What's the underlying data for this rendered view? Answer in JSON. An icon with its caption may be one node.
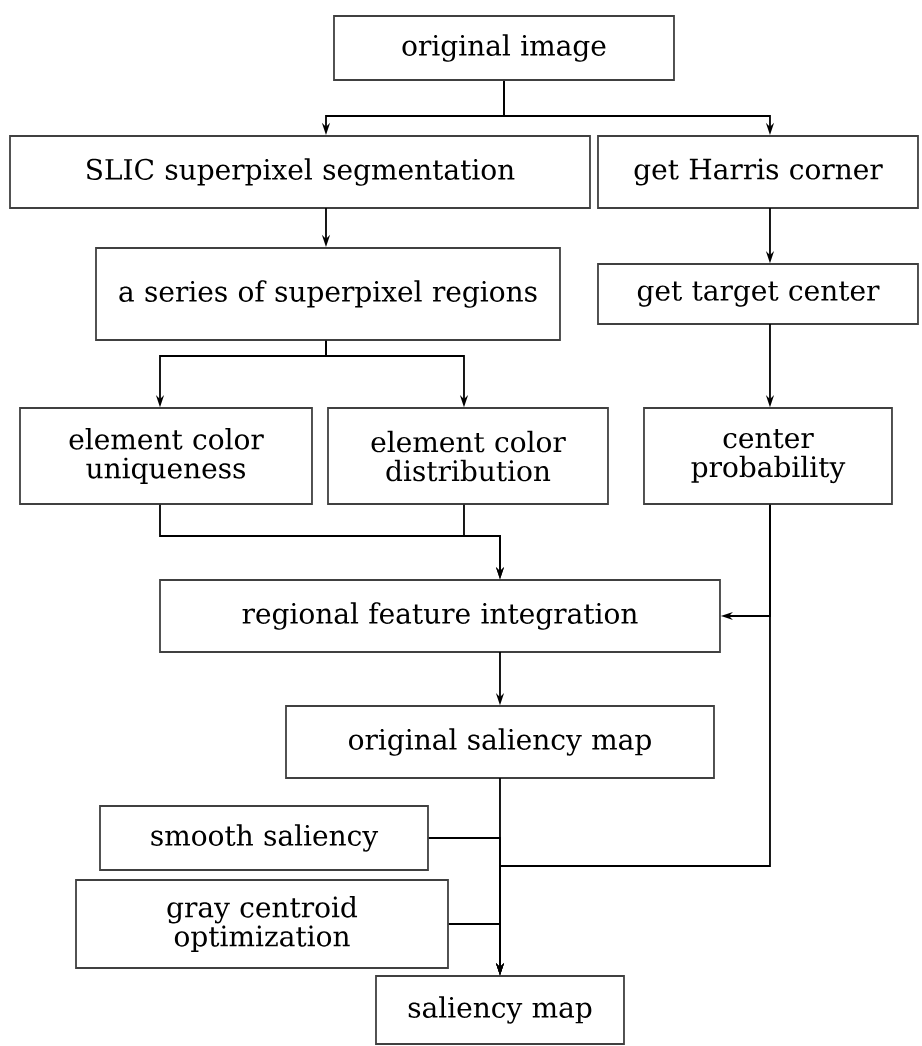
{
  "diagram": {
    "nodes": [
      {
        "text": [
          "original image"
        ]
      },
      {
        "text": [
          "SLIC superpixel segmentation"
        ]
      },
      {
        "text": [
          "get Harris corner"
        ]
      },
      {
        "text": [
          "a series of superpixel regions"
        ]
      },
      {
        "text": [
          "get target center"
        ]
      },
      {
        "text": [
          "element color uniqueness"
        ]
      },
      {
        "text": [
          "element color distribution"
        ]
      },
      {
        "text": [
          "center probability"
        ]
      },
      {
        "text": [
          "regional feature integration"
        ]
      },
      {
        "text": [
          "original saliency map"
        ]
      },
      {
        "text": [
          "smooth saliency"
        ]
      },
      {
        "text": [
          "gray centroid optimization"
        ]
      },
      {
        "text": [
          "saliency map"
        ]
      }
    ],
    "edges": [
      {
        "from": 0,
        "to": 1,
        "arrow": "to"
      },
      {
        "from": 0,
        "to": 2,
        "arrow": "to"
      },
      {
        "from": 1,
        "to": 3,
        "arrow": "to"
      },
      {
        "from": 2,
        "to": 4,
        "arrow": "to"
      },
      {
        "from": 3,
        "to": 5,
        "arrow": "to"
      },
      {
        "from": 3,
        "to": 6,
        "arrow": "to"
      },
      {
        "from": 4,
        "to": 7,
        "arrow": "to"
      },
      {
        "from": 5,
        "to": 8,
        "arrow": "to"
      },
      {
        "from": 6,
        "to": 8,
        "arrow": "to"
      },
      {
        "from": 7,
        "to": 8,
        "arrow": "to"
      },
      {
        "from": 8,
        "to": 9,
        "arrow": "to"
      },
      {
        "from": 9,
        "to": 12,
        "arrow": "to"
      },
      {
        "from": 10,
        "to": 12,
        "arrow": "to"
      },
      {
        "from": 7,
        "to": 12,
        "arrow": "to"
      },
      {
        "from": 11,
        "to": 12,
        "arrow": "to"
      }
    ]
  }
}
